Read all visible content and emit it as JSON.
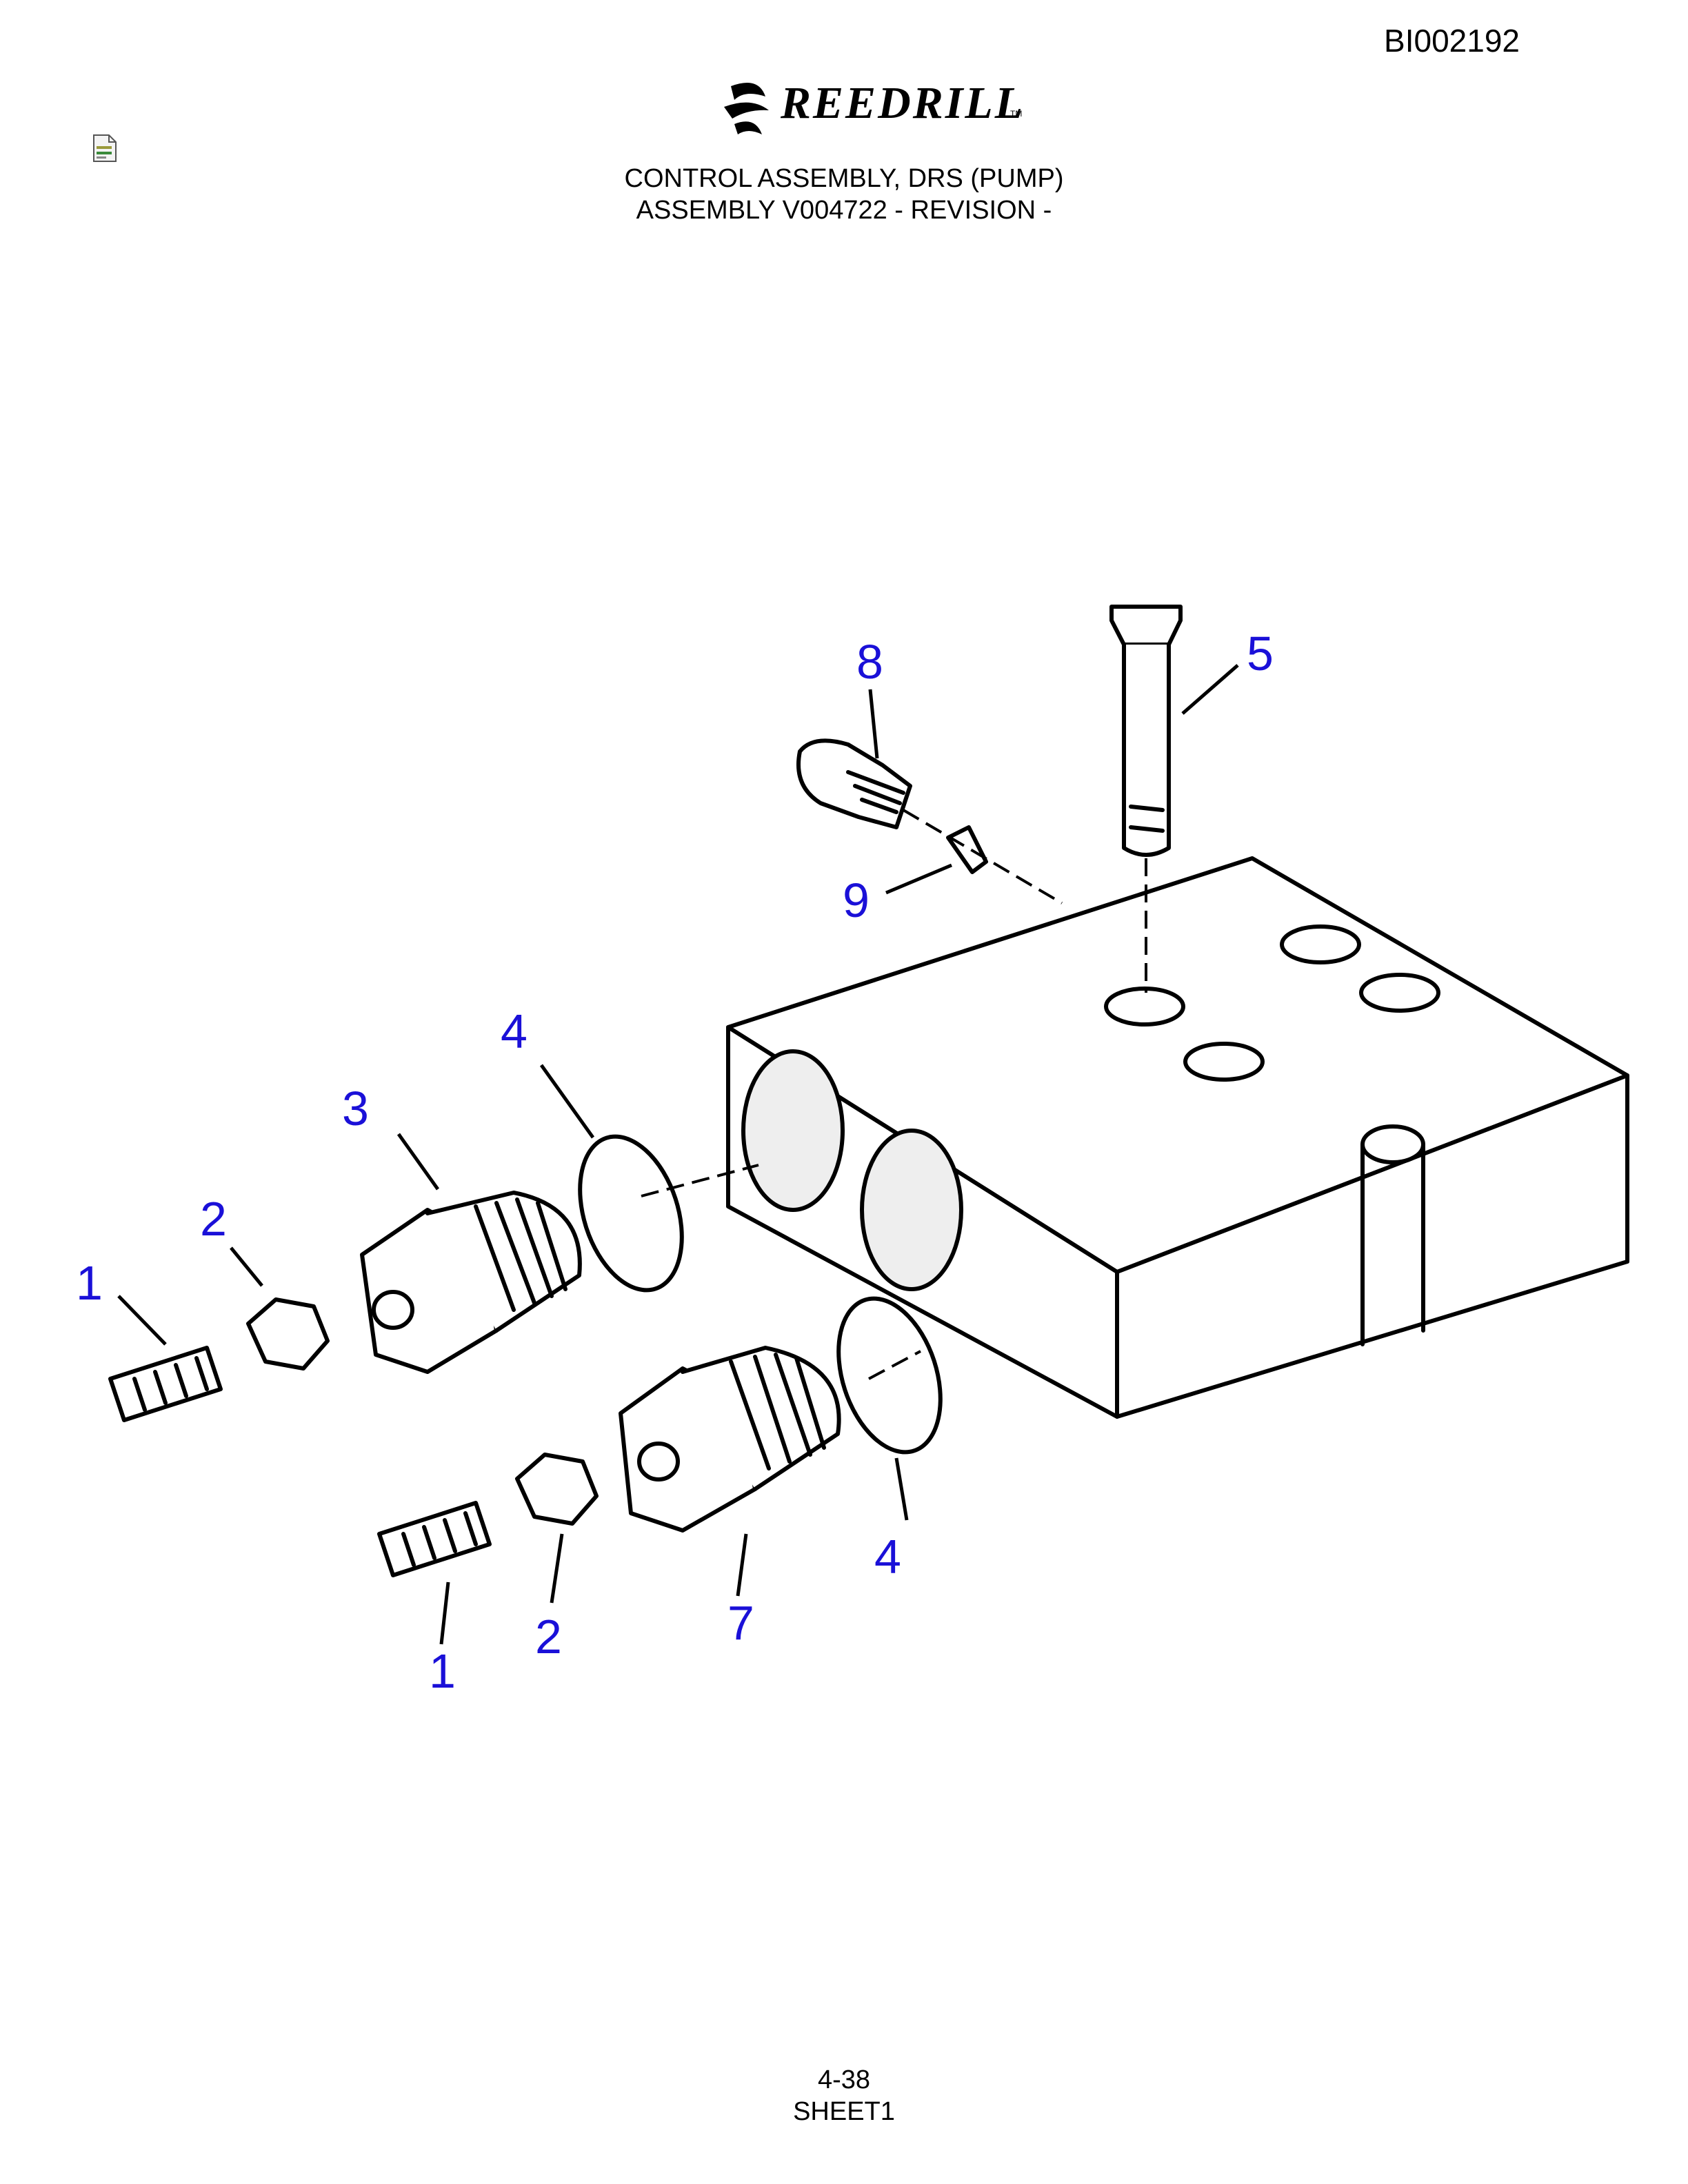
{
  "document_id": "BI002192",
  "brand": {
    "name": "REEDRILL",
    "trademark": "TM"
  },
  "title": {
    "line1": "CONTROL ASSEMBLY, DRS (PUMP)",
    "line2": "ASSEMBLY V004722 - REVISION -"
  },
  "callouts": [
    "1",
    "2",
    "3",
    "4",
    "5",
    "7",
    "8",
    "9"
  ],
  "footer": {
    "page": "4-38",
    "sheet": "SHEET1"
  },
  "colors": {
    "callout": "#1a10d8",
    "line": "#000000"
  },
  "icons": {
    "logo": "reedrill-swirl-icon",
    "file": "document-file-icon"
  }
}
